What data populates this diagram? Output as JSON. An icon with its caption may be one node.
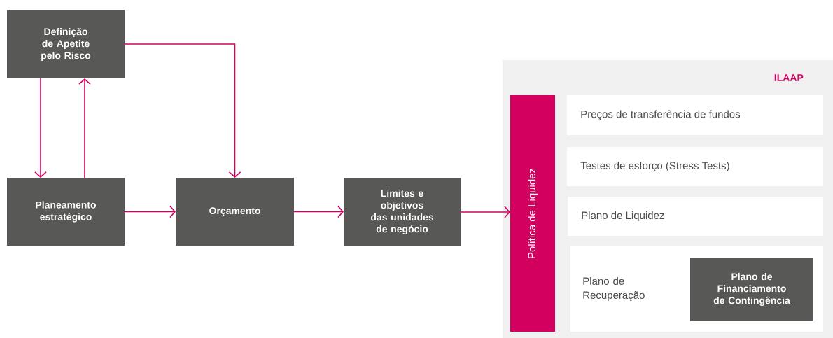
{
  "diagram": {
    "nodes": [
      {
        "text": [
          "Definição de Apetite pelo Risco"
        ]
      },
      {
        "text": [
          "Planeamento estratégico"
        ]
      },
      {
        "text": [
          "Orçamento"
        ]
      },
      {
        "text": [
          "Limites e objetivos das unidades de negócio"
        ]
      },
      {
        "text": [
          "ILAAP"
        ]
      },
      {
        "text": [
          "Política de Liquidez"
        ],
        "in": 4
      },
      {
        "text": [
          "Preços de transferência de fundos"
        ],
        "in": 4
      },
      {
        "text": [
          "Testes de esforço (Stress Tests)"
        ],
        "in": 4
      },
      {
        "text": [
          "Plano de Liquidez"
        ],
        "in": 4
      },
      {
        "text": [
          "Plano de Recuperação"
        ],
        "in": 4
      },
      {
        "text": [
          "Plano de Financiamento de Contingência"
        ],
        "in": 9
      }
    ],
    "edges": [
      {
        "from": 0,
        "to": 1,
        "arrow": "to"
      },
      {
        "from": 1,
        "to": 0,
        "arrow": "to"
      },
      {
        "from": 0,
        "to": 2,
        "arrow": "to"
      },
      {
        "from": 1,
        "to": 2,
        "arrow": "to"
      },
      {
        "from": 2,
        "to": 3,
        "arrow": "to"
      },
      {
        "from": 3,
        "to": 5,
        "arrow": "to"
      }
    ]
  }
}
